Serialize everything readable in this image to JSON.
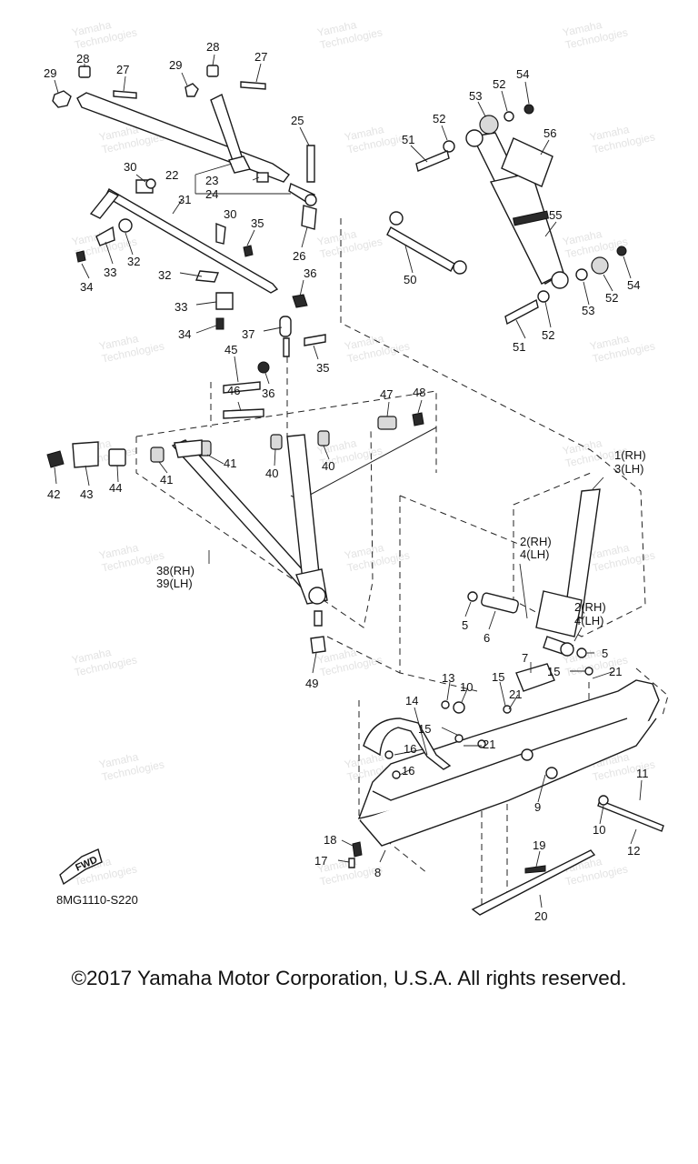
{
  "diagram": {
    "callouts": [
      {
        "id": "c29a",
        "text": "29"
      },
      {
        "id": "c28a",
        "text": "28"
      },
      {
        "id": "c27a",
        "text": "27"
      },
      {
        "id": "c29b",
        "text": "29"
      },
      {
        "id": "c28b",
        "text": "28"
      },
      {
        "id": "c27b",
        "text": "27"
      },
      {
        "id": "c25",
        "text": "25"
      },
      {
        "id": "c30a",
        "text": "30"
      },
      {
        "id": "c22",
        "text": "22"
      },
      {
        "id": "c23",
        "text": "23"
      },
      {
        "id": "c24",
        "text": "24"
      },
      {
        "id": "c31",
        "text": "31"
      },
      {
        "id": "c30b",
        "text": "30"
      },
      {
        "id": "c35a",
        "text": "35"
      },
      {
        "id": "c26",
        "text": "26"
      },
      {
        "id": "c32a",
        "text": "32"
      },
      {
        "id": "c33a",
        "text": "33"
      },
      {
        "id": "c34a",
        "text": "34"
      },
      {
        "id": "c36a",
        "text": "36"
      },
      {
        "id": "c32b",
        "text": "32"
      },
      {
        "id": "c33b",
        "text": "33"
      },
      {
        "id": "c34b",
        "text": "34"
      },
      {
        "id": "c37",
        "text": "37"
      },
      {
        "id": "c35b",
        "text": "35"
      },
      {
        "id": "c45",
        "text": "45"
      },
      {
        "id": "c36b",
        "text": "36"
      },
      {
        "id": "c46",
        "text": "46"
      },
      {
        "id": "c47",
        "text": "47"
      },
      {
        "id": "c48",
        "text": "48"
      },
      {
        "id": "c42",
        "text": "42"
      },
      {
        "id": "c43",
        "text": "43"
      },
      {
        "id": "c44",
        "text": "44"
      },
      {
        "id": "c41a",
        "text": "41"
      },
      {
        "id": "c41b",
        "text": "41"
      },
      {
        "id": "c40a",
        "text": "40"
      },
      {
        "id": "c40b",
        "text": "40"
      },
      {
        "id": "c38",
        "text": "38(RH)"
      },
      {
        "id": "c39",
        "text": "39(LH)"
      },
      {
        "id": "c49",
        "text": "49"
      },
      {
        "id": "c54a",
        "text": "54"
      },
      {
        "id": "c52a",
        "text": "52"
      },
      {
        "id": "c53a",
        "text": "53"
      },
      {
        "id": "c52b",
        "text": "52"
      },
      {
        "id": "c51a",
        "text": "51"
      },
      {
        "id": "c56",
        "text": "56"
      },
      {
        "id": "c55",
        "text": "55"
      },
      {
        "id": "c50",
        "text": "50"
      },
      {
        "id": "c54b",
        "text": "54"
      },
      {
        "id": "c52c",
        "text": "52"
      },
      {
        "id": "c53b",
        "text": "53"
      },
      {
        "id": "c51b",
        "text": "51"
      },
      {
        "id": "c52d",
        "text": "52"
      },
      {
        "id": "c1",
        "text": "1(RH)"
      },
      {
        "id": "c3",
        "text": "3(LH)"
      },
      {
        "id": "c2a",
        "text": "2(RH)"
      },
      {
        "id": "c4a",
        "text": "4(LH)"
      },
      {
        "id": "c2b",
        "text": "2(RH)"
      },
      {
        "id": "c4b",
        "text": "4(LH)"
      },
      {
        "id": "c5a",
        "text": "5"
      },
      {
        "id": "c6",
        "text": "6"
      },
      {
        "id": "c5b",
        "text": "5"
      },
      {
        "id": "c7",
        "text": "7"
      },
      {
        "id": "c13",
        "text": "13"
      },
      {
        "id": "c10a",
        "text": "10"
      },
      {
        "id": "c15a",
        "text": "15"
      },
      {
        "id": "c15b",
        "text": "15"
      },
      {
        "id": "c21a",
        "text": "21"
      },
      {
        "id": "c21b",
        "text": "21"
      },
      {
        "id": "c14",
        "text": "14"
      },
      {
        "id": "c15c",
        "text": "15"
      },
      {
        "id": "c16a",
        "text": "16"
      },
      {
        "id": "c21c",
        "text": "21"
      },
      {
        "id": "c16b",
        "text": "16"
      },
      {
        "id": "c9",
        "text": "9"
      },
      {
        "id": "c11",
        "text": "11"
      },
      {
        "id": "c10b",
        "text": "10"
      },
      {
        "id": "c12",
        "text": "12"
      },
      {
        "id": "c18",
        "text": "18"
      },
      {
        "id": "c17",
        "text": "17"
      },
      {
        "id": "c8",
        "text": "8"
      },
      {
        "id": "c19",
        "text": "19"
      },
      {
        "id": "c20",
        "text": "20"
      }
    ],
    "fwd_label": "FWD",
    "drawing_code": "8MG1110-S220",
    "watermark": [
      "Yamaha",
      "Technologies"
    ]
  },
  "copyright": "©2017 Yamaha Motor Corporation, U.S.A. All rights reserved."
}
